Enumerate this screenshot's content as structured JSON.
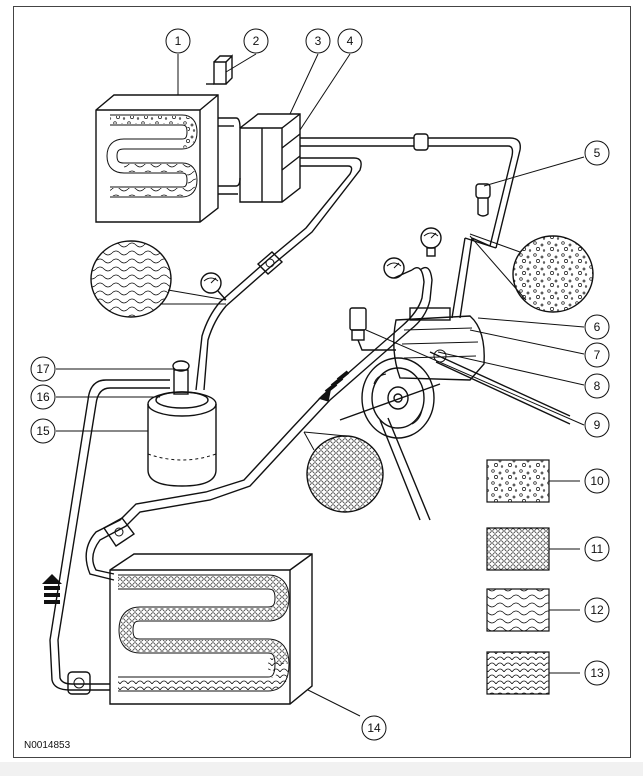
{
  "callouts": [
    {
      "id": "1",
      "label": "1"
    },
    {
      "id": "2",
      "label": "2"
    },
    {
      "id": "3",
      "label": "3"
    },
    {
      "id": "4",
      "label": "4"
    },
    {
      "id": "5",
      "label": "5"
    },
    {
      "id": "6",
      "label": "6"
    },
    {
      "id": "7",
      "label": "7"
    },
    {
      "id": "8",
      "label": "8"
    },
    {
      "id": "9",
      "label": "9"
    },
    {
      "id": "10",
      "label": "10"
    },
    {
      "id": "11",
      "label": "11"
    },
    {
      "id": "12",
      "label": "12"
    },
    {
      "id": "13",
      "label": "13"
    },
    {
      "id": "14",
      "label": "14"
    },
    {
      "id": "15",
      "label": "15"
    },
    {
      "id": "16",
      "label": "16"
    },
    {
      "id": "17",
      "label": "17"
    }
  ],
  "reference_id": "N0014853",
  "colors": {
    "line": "#111111",
    "background": "#ffffff",
    "footer_bar": "#f1f1f1"
  },
  "icons": [
    "pressure-gauge-icon",
    "flow-direction-arrow-icon",
    "service-valve-icon",
    "pipe-clamp-icon"
  ]
}
